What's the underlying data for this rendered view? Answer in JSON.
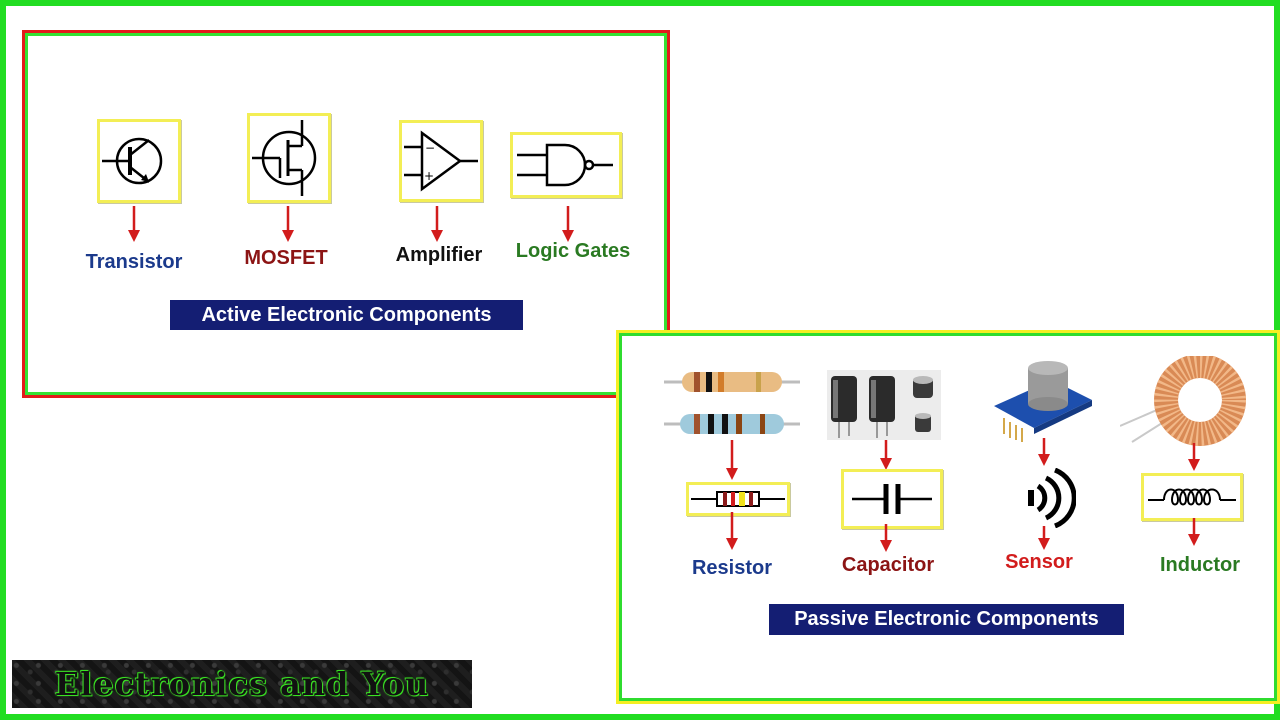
{
  "active": {
    "title": "Active Electronic Components",
    "components": [
      {
        "label": "Transistor",
        "color": "#1b3a8c"
      },
      {
        "label": "MOSFET",
        "color": "#8c1414"
      },
      {
        "label": "Amplifier",
        "color": "#111111"
      },
      {
        "label": "Logic Gates",
        "color": "#2a7a22"
      }
    ]
  },
  "passive": {
    "title": "Passive Electronic Components",
    "components": [
      {
        "label": "Resistor",
        "color": "#1b3a8c"
      },
      {
        "label": "Capacitor",
        "color": "#8c1414"
      },
      {
        "label": "Sensor",
        "color": "#d21c1c"
      },
      {
        "label": "Inductor",
        "color": "#2a7a22"
      }
    ]
  },
  "watermark": "Electronics and You",
  "colors": {
    "frame": "#22dd22",
    "active_border": "#e21b1b",
    "passive_border": "#f4ee22",
    "banner": "#141e73",
    "arrow": "#d21c1c"
  },
  "icons": [
    "npn-transistor-symbol",
    "mosfet-symbol",
    "op-amp-symbol",
    "nand-gate-symbol",
    "resistor-photo",
    "resistor-symbol",
    "capacitor-photo",
    "capacitor-symbol",
    "gas-sensor-photo",
    "sensor-symbol",
    "toroid-inductor-photo",
    "inductor-symbol"
  ]
}
